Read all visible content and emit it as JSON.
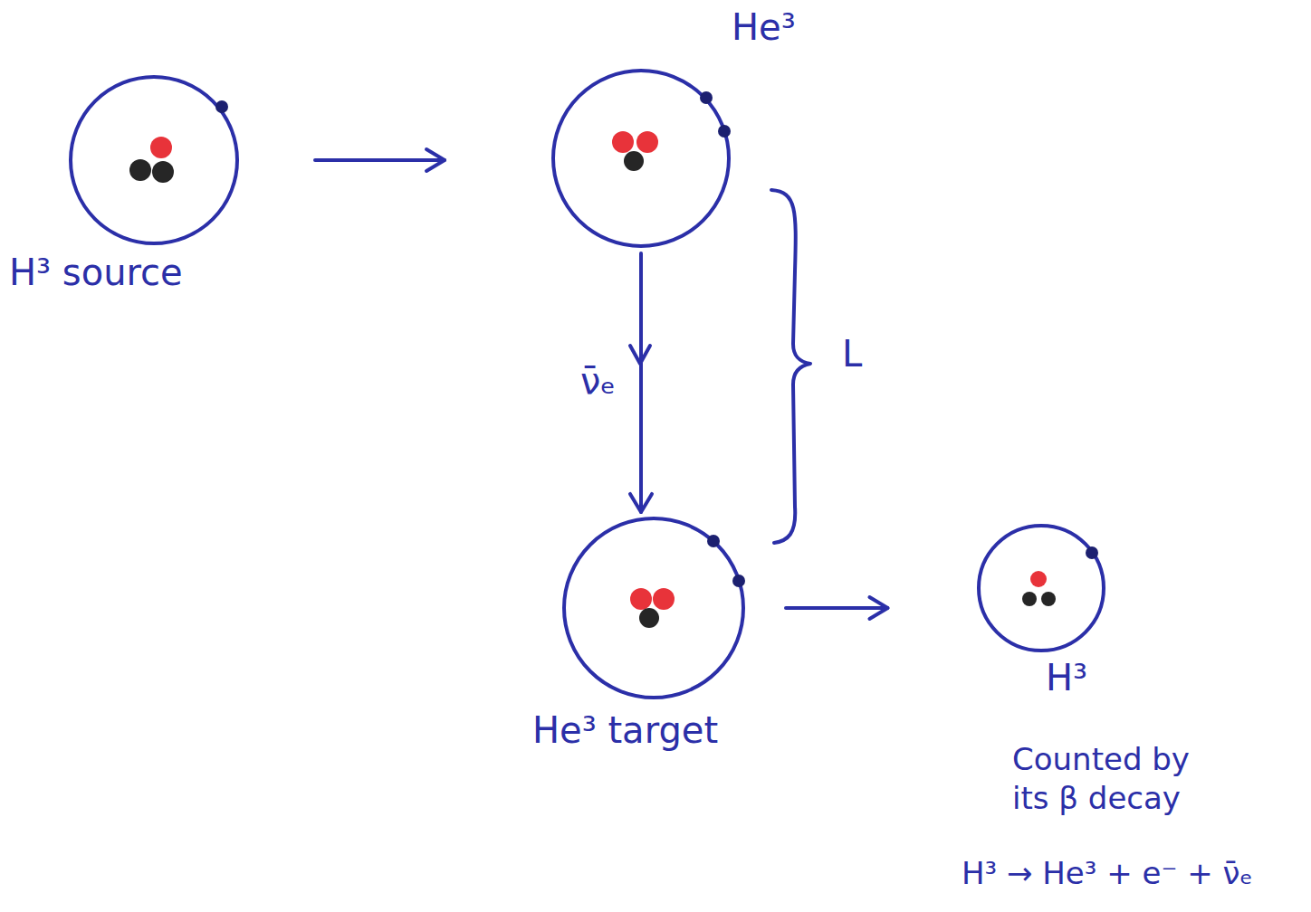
{
  "diagram": {
    "nodes": [
      {
        "text": [
          "H³ source"
        ]
      },
      {
        "text": [
          "He³"
        ]
      },
      {
        "text": [
          "He³ target"
        ]
      },
      {
        "text": [
          "H³"
        ]
      }
    ],
    "edges": [
      {
        "from": 0,
        "to": 1,
        "arrow": "to"
      },
      {
        "from": 1,
        "to": 2,
        "label": "ν̄ₑ",
        "arrow": "to"
      },
      {
        "from": 2,
        "to": 3,
        "arrow": "to"
      }
    ],
    "labels": [
      "L",
      "Counted by its β decay",
      "H³ → He³ + e⁻ + ν̄ₑ"
    ]
  }
}
